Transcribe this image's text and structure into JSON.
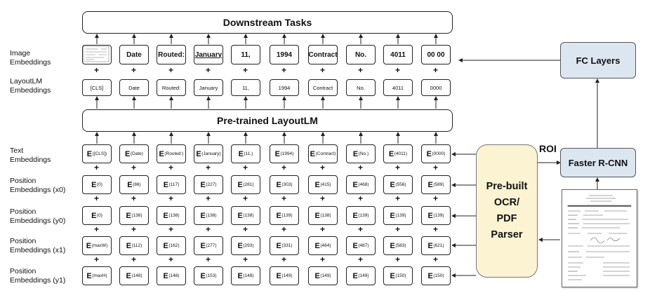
{
  "top_title": "Downstream Tasks",
  "mid_title": "Pre-trained LayoutLM",
  "row_labels": {
    "image": [
      "Image",
      "Embeddings"
    ],
    "layoutlm": [
      "LayoutLM",
      "Embeddings"
    ],
    "text": [
      "Text",
      "Embeddings"
    ],
    "x0": [
      "Position",
      "Embeddings (x0)"
    ],
    "y0": [
      "Position",
      "Embeddings (y0)"
    ],
    "x1": [
      "Position",
      "Embeddings (x1)"
    ],
    "y1": [
      "Position",
      "Embeddings (y1)"
    ]
  },
  "image_tokens": [
    "",
    "Date",
    "Routed:",
    "January",
    "11,",
    "1994",
    "Contract",
    "No.",
    "4011",
    "00 00"
  ],
  "layoutlm_tokens": [
    "[CLS]",
    "Date",
    "Routed:",
    "January",
    "11,",
    "1994",
    "Contract",
    "No.",
    "4011",
    "0000"
  ],
  "text_subs": [
    "([CLS])",
    "(Date)",
    "(Routed:)",
    "(January)",
    "(11,)",
    "(1994)",
    "(Contract)",
    "(No.)",
    "(4011)",
    "(0000)"
  ],
  "x0_subs": [
    "(0)",
    "(86)",
    "(117)",
    "(227)",
    "(281)",
    "(303)",
    "(415)",
    "(468)",
    "(556)",
    "(589)"
  ],
  "y0_subs": [
    "(0)",
    "(138)",
    "(138)",
    "(138)",
    "(138)",
    "(139)",
    "(138)",
    "(139)",
    "(139)",
    "(139)"
  ],
  "x1_subs": [
    "(maxW)",
    "(112)",
    "(162)",
    "(277)",
    "(293)",
    "(331)",
    "(464)",
    "(487)",
    "(583)",
    "(621)"
  ],
  "y1_subs": [
    "(maxH)",
    "(148)",
    "(148)",
    "(153)",
    "(148)",
    "(149)",
    "(149)",
    "(149)",
    "(150)",
    "(150)"
  ],
  "embedding_symbol": "E",
  "plus_symbol": "+",
  "parser_label": [
    "Pre-built",
    "OCR/",
    "PDF",
    "Parser"
  ],
  "fc_label": "FC Layers",
  "rcnn_label": "Faster R-CNN",
  "roi_label": "ROI",
  "colors": {
    "parser_fill": "#fbf3d2",
    "blue_fill": "#dce6f1",
    "stroke": "#222"
  }
}
